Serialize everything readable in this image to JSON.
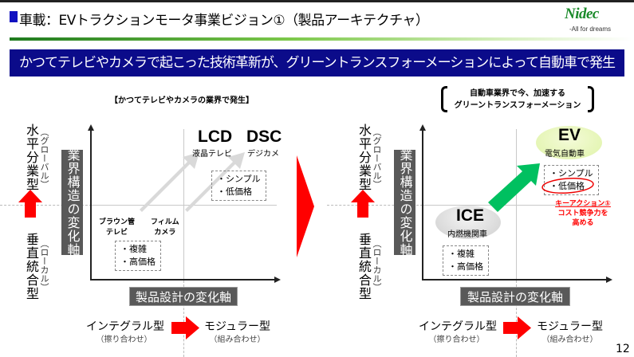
{
  "header": {
    "title": "車載：EVトラクションモータ事業ビジョン①（製品アーキテクチャ）",
    "logo": "Nidec",
    "tagline": "-All for dreams"
  },
  "banner": "かつてテレビやカメラで起こった技術革新が、グリーントランスフォーメーションによって自動車で発生",
  "left": {
    "heading": "【かつてテレビやカメラの業界で発生】",
    "y_top": "水平分業型",
    "y_top_sub": "（グローバル）",
    "y_bottom": "垂直統合型",
    "y_bottom_sub": "（ローカル）",
    "y_axis": "業界構造の変化軸",
    "x_axis": "製品設計の変化軸",
    "lcd": "LCD",
    "lcd_sub": "液晶テレビ",
    "dsc": "DSC",
    "dsc_sub": "デジカメ",
    "simple": [
      "・シンプル",
      "・低価格"
    ],
    "crt": [
      "ブラウン管",
      "テレビ"
    ],
    "film": [
      "フィルム",
      "カメラ"
    ],
    "complex": [
      "・複雑",
      "・高価格"
    ],
    "x_left": "インテグラル型",
    "x_left_sub": "（擦り合わせ）",
    "x_right": "モジュラー型",
    "x_right_sub": "（組み合わせ）"
  },
  "right": {
    "heading": [
      "自動車業界で今、加速する",
      "グリーントランスフォーメーション"
    ],
    "y_top": "水平分業型",
    "y_top_sub": "（グローバル）",
    "y_bottom": "垂直統合型",
    "y_bottom_sub": "（ローカル）",
    "y_axis": "業界構造の変化軸",
    "x_axis": "製品設計の変化軸",
    "ev": "EV",
    "ev_sub": "電気自動車",
    "ice": "ICE",
    "ice_sub": "内燃機関車",
    "simple": [
      "・シンプル",
      "・低価格"
    ],
    "complex": [
      "・複雑",
      "・高価格"
    ],
    "key_action": [
      "キーアクション①",
      "コスト競争力を",
      "高める"
    ],
    "x_left": "インテグラル型",
    "x_left_sub": "（擦り合わせ）",
    "x_right": "モジュラー型",
    "x_right_sub": "（組み合わせ）"
  },
  "page_number": "12",
  "colors": {
    "banner": "#0b0b8a",
    "arrow_red": "#ff0000",
    "arrow_green": "#00c060",
    "axis_label_bg": "#595959"
  }
}
